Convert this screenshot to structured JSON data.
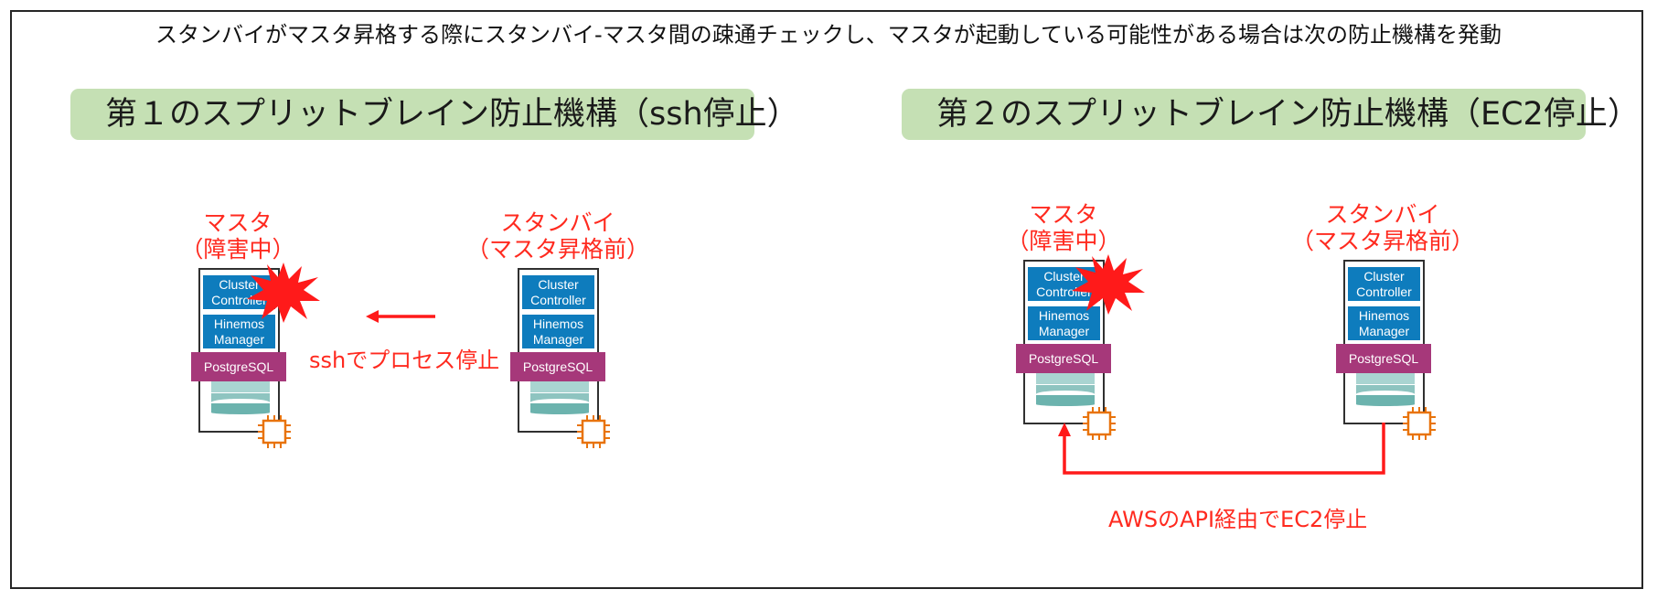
{
  "title": "スタンバイがマスタ昇格する際にスタンバイ-マスタ間の疎通チェックし、マスタが起動している可能性がある場合は次の防止機構を発動",
  "panels": [
    {
      "banner": "第１のスプリットブレイン防止機構（ssh停止）",
      "master": {
        "label1": "マスタ",
        "label2": "（障害中）"
      },
      "standby": {
        "label1": "スタンバイ",
        "label2": "（マスタ昇格前）"
      },
      "arrow_label": "sshでプロセス停止"
    },
    {
      "banner": "第２のスプリットブレイン防止機構（EC2停止）",
      "master": {
        "label1": "マスタ",
        "label2": "（障害中）"
      },
      "standby": {
        "label1": "スタンバイ",
        "label2": "（マスタ昇格前）"
      },
      "arrow_label": "AWSのAPI経由でEC2停止"
    }
  ],
  "components": {
    "cluster_line1": "Cluster",
    "cluster_line2": "Controller",
    "hinemos_line1": "Hinemos",
    "hinemos_line2": "Manager",
    "postgres": "PostgreSQL"
  },
  "colors": {
    "banner_bg": "#c5e0b4",
    "component_blue": "#0e7cbd",
    "postgres_purple": "#a6387a",
    "alert_red": "#ff2a1f",
    "disk_teal": "#8ec4c0",
    "chip_orange": "#e8730c"
  },
  "icons": [
    "failure-burst-icon",
    "database-disk-icon",
    "ec2-chip-icon"
  ]
}
